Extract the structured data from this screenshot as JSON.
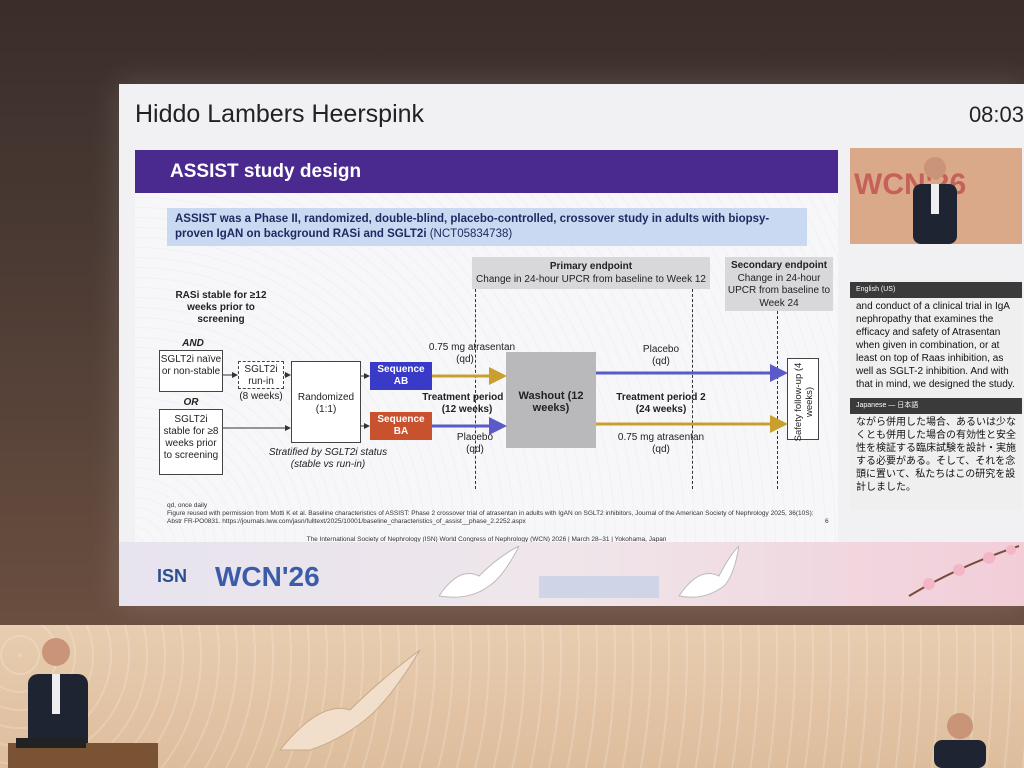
{
  "screen": {
    "speaker_name": "Hiddo Lambers Heerspink",
    "clock": "08:03"
  },
  "slide": {
    "title": "ASSIST study design",
    "summary_bold": "ASSIST was a Phase II, randomized, double-blind, placebo-controlled, crossover study in adults with biopsy-proven IgAN on background RASi and SGLT2i",
    "summary_id": " (NCT05834738)",
    "primary_endpoint_title": "Primary endpoint",
    "primary_endpoint_text": "Change in 24-hour UPCR from baseline to Week 12",
    "secondary_endpoint_title": "Secondary endpoint",
    "secondary_endpoint_text": "Change in 24-hour UPCR from baseline to Week 24",
    "rasi_stable": "RASi stable for ≥12 weeks prior to screening",
    "and": "AND",
    "or": "OR",
    "sglt2i_naive": "SGLT2i naïve or non-stable",
    "sglt2i_runin": "SGLT2i run-in",
    "runin_weeks": "(8 weeks)",
    "sglt2i_stable": "SGLT2i stable for ≥8 weeks prior to screening",
    "randomized": "Randomized (1:1)",
    "stratified": "Stratified by SGLT2i status (stable vs run-in)",
    "seq_ab": "Sequence AB",
    "seq_ba": "Sequence BA",
    "ab_drug": "0.75 mg atrasentan",
    "ab_drug_freq": "(qd)",
    "ba_drug": "Placebo",
    "ba_drug_freq": "(qd)",
    "period1": "Treatment period 1 (12 weeks)",
    "washout": "Washout (12 weeks)",
    "period2": "Treatment period 2 (24 weeks)",
    "ab_p2": "Placebo",
    "ab_p2_freq": "(qd)",
    "ba_p2": "0.75 mg atrasentan",
    "ba_p2_freq": "(qd)",
    "safety": "Safety follow-up (4 weeks)",
    "footnote_1": "qd, once daily",
    "footnote_2": "Figure reused with permission from Motti K et al. Baseline characteristics of ASSIST: Phase 2 crossover trial of atrasentan in adults with IgAN on SGLT2 inhibitors, Journal of the American Society of Nephrology 2025, 36(10S): Abstr FR-PO0831. https://journals.lww.com/jasn/fulltext/2025/10001/baseline_characteristics_of_assist__phase_2.2252.aspx",
    "page_number": "6",
    "footer": "The International Society of Nephrology (ISN) World Congress of Nephrology (WCN) 2026 | March 28–31 | Yokohama, Japan"
  },
  "captions": {
    "english_label": "English (US)",
    "english_text": "and conduct of a clinical trial in IgA nephropathy that examines the efficacy and safety of Atrasentan when given in combination, or at least on top of Raas inhibition, as well as SGLT-2 inhibition. And with that in mind, we designed the study.",
    "japanese_label": "Japanese — 日本語",
    "japanese_text": "ながら併用した場合、あるいは少なくとも併用した場合の有効性と安全性を検証する臨床試験を設計・実施する必要がある。そして、それを念頭に置いて、私たちはこの研究を設計しました。"
  },
  "branding": {
    "isn": "ISN",
    "wcn": "WCN'26"
  },
  "colors": {
    "title_bar": "#4b2a8f",
    "seq_ab": "#3a3ac8",
    "seq_ba": "#c8512e",
    "arrow_ab": "#c9a030",
    "arrow_ba": "#5a5ac8"
  }
}
